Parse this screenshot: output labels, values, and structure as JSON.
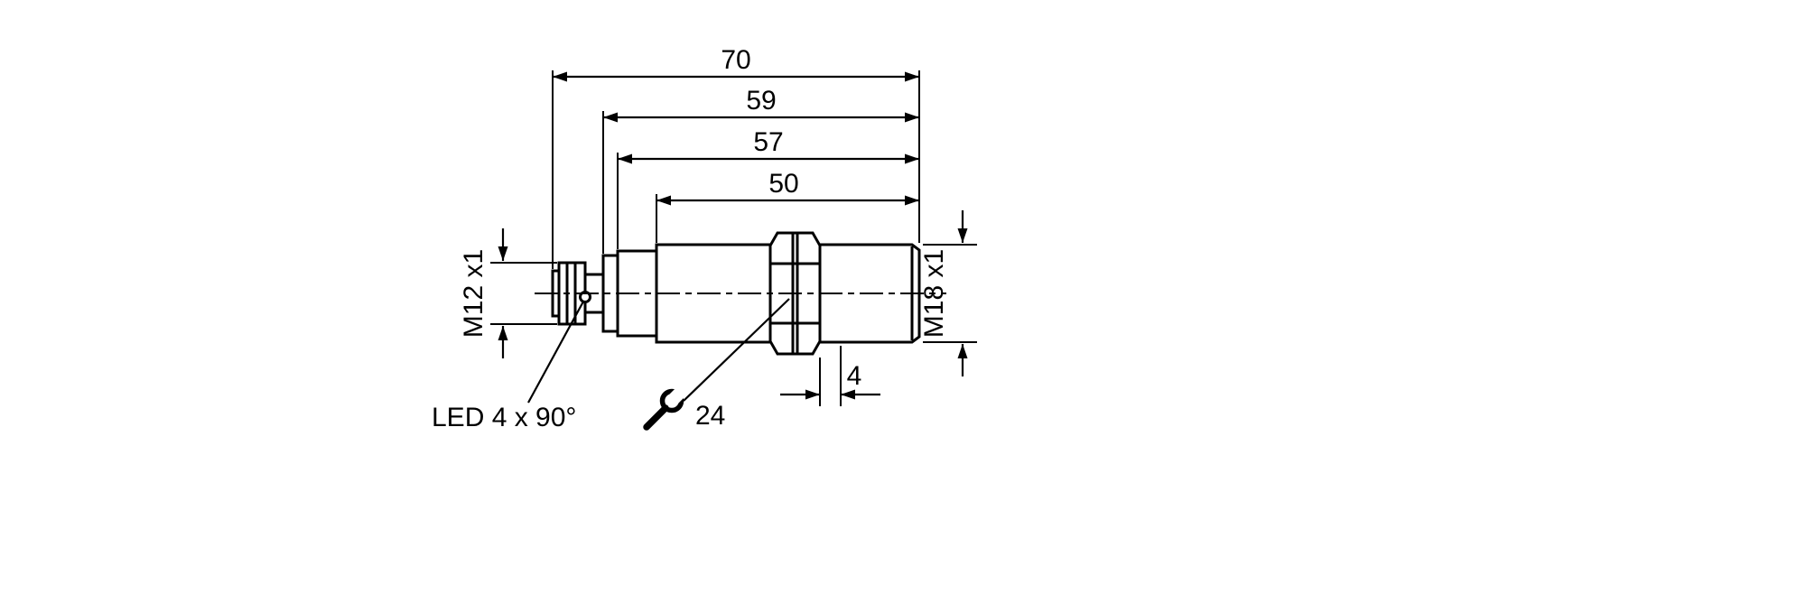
{
  "page": {
    "background": "#ffffff",
    "line_color": "#000000"
  },
  "drawing": {
    "type": "sensor-dimensional-drawing",
    "dimensions": {
      "overall_length": "70",
      "length_to_collar": "59",
      "length_to_body": "57",
      "threaded_length": "50",
      "thread_free_zone": "4"
    },
    "labels": {
      "connector_thread": "M12 x1",
      "housing_thread": "M18 x1",
      "led": "LED 4 x 90°",
      "wrench_size": "24"
    }
  }
}
